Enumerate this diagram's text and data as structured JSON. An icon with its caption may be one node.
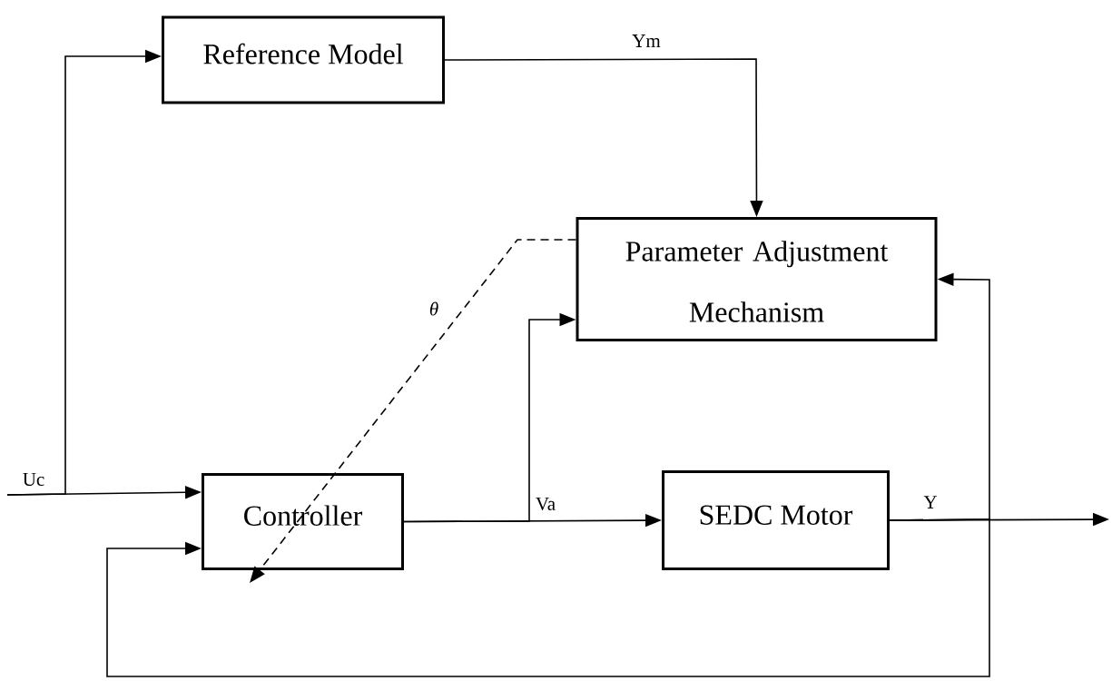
{
  "diagram": {
    "nodes": [
      {
        "text": [
          "Reference Model"
        ]
      },
      {
        "text": [
          "Parameter Adjustment Mechanism"
        ]
      },
      {
        "text": [
          "Controller"
        ]
      },
      {
        "text": [
          "SEDC Motor"
        ]
      }
    ],
    "edges": [
      {
        "from": null,
        "to": 0,
        "arrow": "to"
      },
      {
        "from": null,
        "to": 2,
        "arrow": "to",
        "label": "Uc"
      },
      {
        "from": 0,
        "to": 1,
        "arrow": "to",
        "label": "Ym"
      },
      {
        "from": 1,
        "to": 2,
        "arrow": "to",
        "style": "dashed",
        "label": "θ"
      },
      {
        "from": 2,
        "to": 3,
        "arrow": "to",
        "label": "Va"
      },
      {
        "from": 2,
        "to": 1,
        "arrow": "to"
      },
      {
        "from": 3,
        "to": null,
        "arrow": "to",
        "label": "Y"
      },
      {
        "from": 3,
        "to": 1,
        "arrow": "to"
      },
      {
        "from": 3,
        "to": 2,
        "arrow": "to"
      }
    ]
  }
}
